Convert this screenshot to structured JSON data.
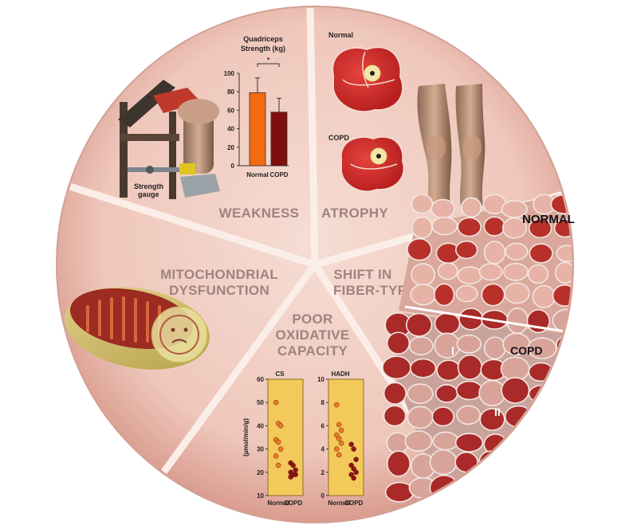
{
  "segments": {
    "weakness": "WEAKNESS",
    "atrophy": "ATROPHY",
    "mito_line1": "MITOCHONDRIAL",
    "mito_line2": "DYSFUNCTION",
    "shift_line1": "SHIFT IN",
    "shift_line2": "FIBER-TYPE",
    "poor_line1": "POOR",
    "poor_line2": "OXIDATIVE",
    "poor_line3": "CAPACITY"
  },
  "weakness_panel": {
    "strength_gauge_line1": "Strength",
    "strength_gauge_line2": "gauge"
  },
  "atrophy_panel": {
    "normal_label": "Normal",
    "copd_label": "COPD"
  },
  "fiber_panel": {
    "normal_label": "NORMAL",
    "copd_label": "COPD",
    "type1": "I",
    "type2": "II"
  },
  "colors": {
    "normal_bar": "#f26a12",
    "copd_bar": "#7e0f0d",
    "pie_fill": "#f0cdc3",
    "scatter_bg": "#f3c95a"
  },
  "chart_data": [
    {
      "type": "bar",
      "title_line1": "Quadriceps",
      "title_line2": "Strength (kg)",
      "categories": [
        "Normal",
        "COPD"
      ],
      "values": [
        79,
        58
      ],
      "errors": [
        16,
        15
      ],
      "ylim": [
        0,
        100
      ],
      "yticks": [
        "0",
        "20",
        "40",
        "60",
        "80",
        "100"
      ],
      "significance": "*"
    },
    {
      "type": "scatter",
      "title": "CS",
      "ylabel": "(µmol/min/g)",
      "categories": [
        "Normal",
        "COPD"
      ],
      "ylim": [
        10,
        60
      ],
      "yticks": [
        "10",
        "20",
        "30",
        "40",
        "50",
        "60"
      ],
      "series": [
        {
          "values": [
            50,
            41,
            40,
            34,
            33,
            30,
            27,
            23
          ]
        },
        {
          "values": [
            24,
            23,
            21,
            20,
            19,
            19,
            18
          ]
        }
      ]
    },
    {
      "type": "scatter",
      "title": "HADH",
      "categories": [
        "Normal",
        "COPD"
      ],
      "ylim": [
        0,
        10
      ],
      "yticks": [
        "0",
        "2",
        "4",
        "6",
        "8",
        "10"
      ],
      "series": [
        {
          "values": [
            7.8,
            6.1,
            5.6,
            5.2,
            4.9,
            4.5,
            4.0,
            3.5
          ]
        },
        {
          "values": [
            4.4,
            4.0,
            3.1,
            2.6,
            2.3,
            2.0,
            1.8,
            1.5
          ]
        }
      ]
    }
  ]
}
